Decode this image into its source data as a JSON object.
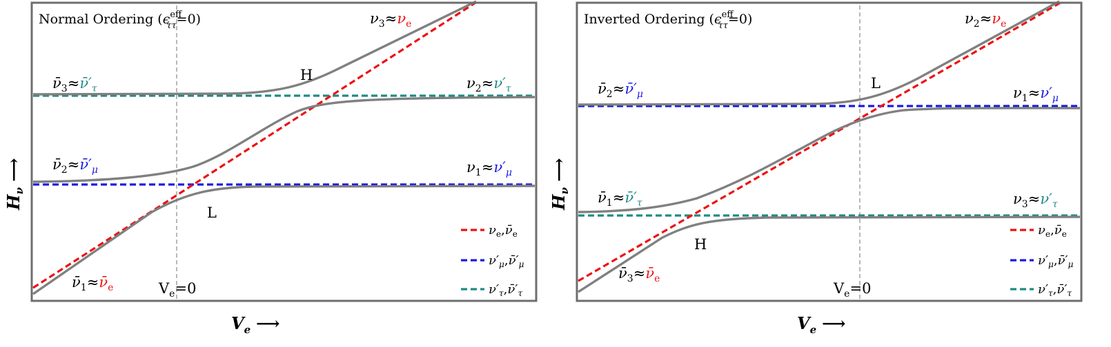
{
  "left": {
    "title_main": "Normal Ordering (",
    "title_eps": "ϵ",
    "title_sup": "eff",
    "title_sub": "ττ",
    "title_tail": "=0)",
    "ylabel": "H",
    "ylabel_sub": "ν",
    "arrow": "⟶",
    "xlabel": "V",
    "xlabel_sub": "e",
    "ve_zero": "V",
    "ve_zero_sub": "e",
    "ve_zero_tail": "=0",
    "res_H": "H",
    "res_L": "L",
    "lab_top_right_a": "ν",
    "lab_top_right_sub": "3",
    "lab_top_right_b": "≈",
    "lab_top_right_c": "ν",
    "lab_top_right_csub": "e",
    "lab_nb3": "ν̄",
    "lab_nb3_sub": "3",
    "lab_nb3_approx": "≈",
    "lab_nb3_c": "ν̄′",
    "lab_nb3_csub": "τ",
    "lab_n2": "ν",
    "lab_n2_sub": "2",
    "lab_n2_approx": "≈",
    "lab_n2_c": "ν′",
    "lab_n2_csub": "τ",
    "lab_nb2": "ν̄",
    "lab_nb2_sub": "2",
    "lab_nb2_approx": "≈",
    "lab_nb2_c": "ν̄′",
    "lab_nb2_csub": "μ",
    "lab_n1": "ν",
    "lab_n1_sub": "1",
    "lab_n1_approx": "≈",
    "lab_n1_c": "ν′",
    "lab_n1_csub": "μ",
    "lab_nb1": "ν̄",
    "lab_nb1_sub": "1",
    "lab_nb1_approx": "≈",
    "lab_nb1_c": "ν̄",
    "lab_nb1_csub": "e"
  },
  "right": {
    "title_main": "Inverted Ordering (",
    "title_eps": "ϵ",
    "title_sup": "eff",
    "title_sub": "ττ",
    "title_tail": "=0)",
    "ylabel": "H",
    "ylabel_sub": "ν",
    "arrow": "⟶",
    "xlabel": "V",
    "xlabel_sub": "e",
    "ve_zero": "V",
    "ve_zero_sub": "e",
    "ve_zero_tail": "=0",
    "res_H": "H",
    "res_L": "L",
    "lab_top_right_a": "ν",
    "lab_top_right_sub": "2",
    "lab_top_right_b": "≈",
    "lab_top_right_c": "ν",
    "lab_top_right_csub": "e",
    "lab_nb2": "ν̄",
    "lab_nb2_sub": "2",
    "lab_nb2_approx": "≈",
    "lab_nb2_c": "ν̄′",
    "lab_nb2_csub": "μ",
    "lab_n1": "ν",
    "lab_n1_sub": "1",
    "lab_n1_approx": "≈",
    "lab_n1_c": "ν′",
    "lab_n1_csub": "μ",
    "lab_nb1": "ν̄",
    "lab_nb1_sub": "1",
    "lab_nb1_approx": "≈",
    "lab_nb1_c": "ν̄′",
    "lab_nb1_csub": "τ",
    "lab_n3": "ν",
    "lab_n3_sub": "3",
    "lab_n3_approx": "≈",
    "lab_n3_c": "ν′",
    "lab_n3_csub": "τ",
    "lab_nb3": "ν̄",
    "lab_nb3_sub": "3",
    "lab_nb3_approx": "≈",
    "lab_nb3_c": "ν̄",
    "lab_nb3_csub": "e"
  },
  "legend": {
    "e_a": "ν",
    "e_a_sub": "e",
    "e_sep": ",",
    "e_b": "ν̄",
    "e_b_sub": "e",
    "mu_a": "ν′",
    "mu_a_sub": "μ",
    "mu_sep": ",",
    "mu_b": "ν̄′",
    "mu_b_sub": "μ",
    "tau_a": "ν′",
    "tau_a_sub": "τ",
    "tau_sep": ",",
    "tau_b": "ν̄′",
    "tau_b_sub": "τ"
  },
  "colors": {
    "electron": "#ee1111",
    "muon": "#1a1ae6",
    "tau": "#1f8a85",
    "curve": "#808080"
  }
}
